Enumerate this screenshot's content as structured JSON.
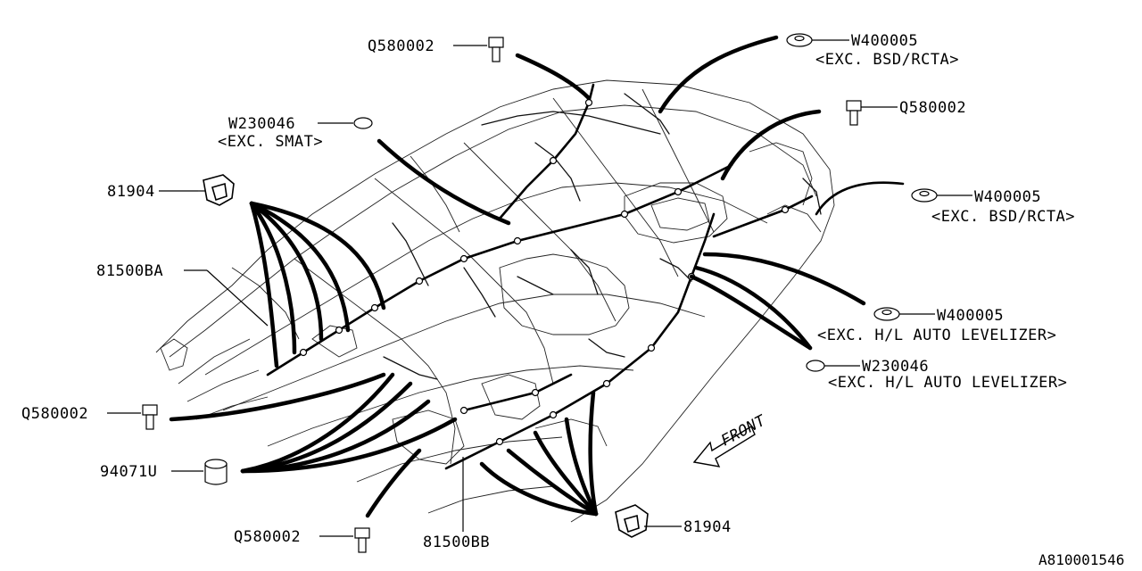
{
  "callouts": {
    "q580002_top": "Q580002",
    "w400005_top": "W400005",
    "w400005_top_note": "<EXC. BSD/RCTA>",
    "q580002_right": "Q580002",
    "w230046_top": "W230046",
    "w230046_top_note": "<EXC. SMAT>",
    "w400005_mid": "W400005",
    "w400005_mid_note": "<EXC. BSD/RCTA>",
    "c81904_left": "81904",
    "c81500ba": "81500BA",
    "w400005_low": "W400005",
    "w400005_low_note": "<EXC. H/L AUTO LEVELIZER>",
    "w230046_low": "W230046",
    "w230046_low_note": "<EXC. H/L AUTO LEVELIZER>",
    "q580002_left": "Q580002",
    "c94071u": "94071U",
    "q580002_bottom": "Q580002",
    "c81500bb": "81500BB",
    "c81904_right": "81904",
    "front_label": "FRONT",
    "diagram_id": "A810001546"
  }
}
